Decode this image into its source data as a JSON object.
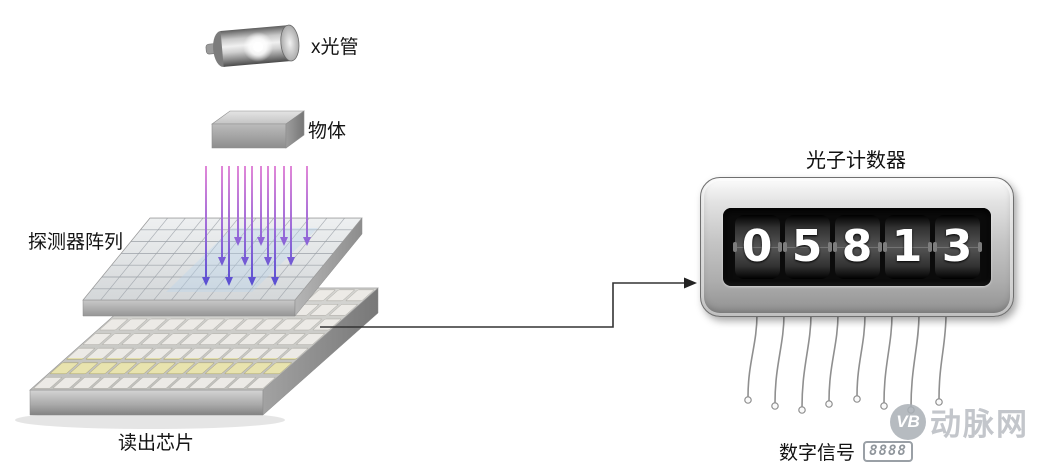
{
  "labels": {
    "xray_tube": "x光管",
    "object": "物体",
    "detector_array": "探测器阵列",
    "readout_chip": "读出芯片",
    "photon_counter": "光子计数器",
    "digital_signal": "数字信号"
  },
  "counter": {
    "value": "05813",
    "digits": [
      "0",
      "5",
      "8",
      "1",
      "3"
    ]
  },
  "mini_display": "8888",
  "watermark": {
    "logo": "VB",
    "name": "动脉网"
  },
  "colors": {
    "beam_top": "#e88ad8",
    "beam_bottom": "#4647d0",
    "counter_display_bg": "#0b0b0b",
    "digit_text": "#ffffff",
    "watermark_gray": "#b9bdc2"
  }
}
